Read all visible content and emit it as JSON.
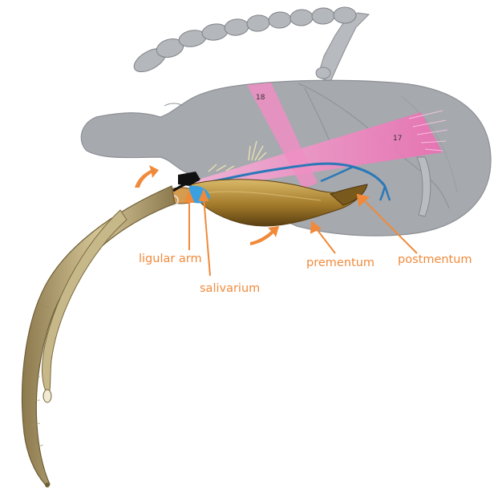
{
  "labels": {
    "ligular_arm": "ligular arm",
    "salivarium": "salivarium",
    "prementum": "prementum",
    "postmentum": "postmentum"
  },
  "muscles": {
    "m18": "18",
    "m17": "17"
  },
  "colors": {
    "head": "#a6a9ae",
    "head_stroke": "#8c8f94",
    "antenna": "#b7babe",
    "muscle": "#f08fc4",
    "duct": "#2a78b8",
    "salivarium": "#3aa0e0",
    "labium": "#a07c2a",
    "proboscis": "#c9b88a",
    "arrow": "#f08a3a"
  }
}
